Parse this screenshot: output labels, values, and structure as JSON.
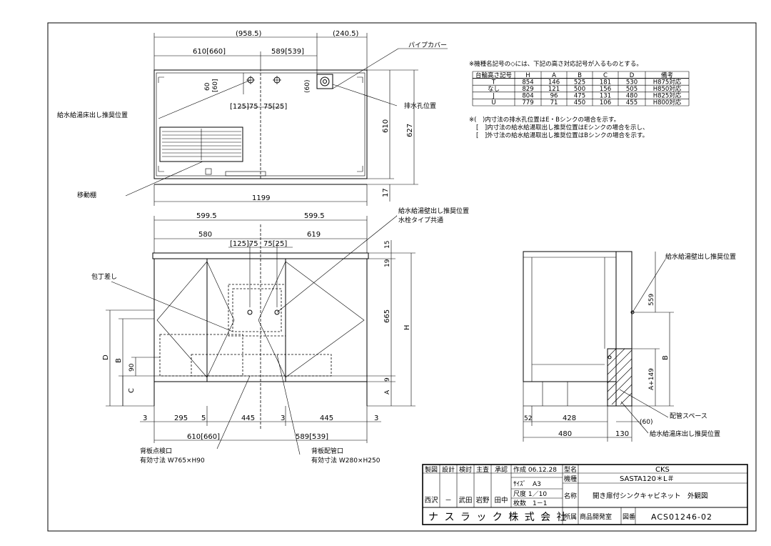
{
  "top_view": {
    "dims": [
      "(958.5)",
      "(240.5)",
      "610[660]",
      "589[539]",
      "60",
      "[60]",
      "(60)",
      "[125]75",
      "75[25]",
      "610",
      "627",
      "17",
      "1199"
    ],
    "labels": {
      "pipe_cover": "パイプカバー",
      "water_floor": "給水給湯床出し推奨位置",
      "drain": "排水孔位置",
      "shelf": "移動棚"
    }
  },
  "notes": {
    "intro": "※機種名記号の◇には、下記の高さ対応記号が入るものとする。",
    "legend1": "※(　)内寸法の排水孔位置はE・Bシンクの場合を示す。",
    "legend2": "[　]内寸法の給水給湯取出し推奨位置はEシンクの場合を示し、",
    "legend3": "[　]外寸法の給水給湯取出し推奨位置はBシンクの場合を示す。"
  },
  "height_table": {
    "headers": [
      "台輪高さ記号",
      "H",
      "A",
      "B",
      "C",
      "D",
      "備考"
    ],
    "rows": [
      [
        "T",
        "854",
        "146",
        "525",
        "181",
        "530",
        "H875対応"
      ],
      [
        "なし",
        "829",
        "121",
        "500",
        "156",
        "505",
        "H850対応"
      ],
      [
        "J",
        "804",
        "96",
        "475",
        "131",
        "480",
        "H825対応"
      ],
      [
        "U",
        "779",
        "71",
        "450",
        "106",
        "455",
        "H800対応"
      ]
    ]
  },
  "front_view": {
    "dims": [
      "599.5",
      "599.5",
      "580",
      "619",
      "[125]75",
      "75[25]",
      "15",
      "19",
      "665",
      "H",
      "9",
      "A",
      "D",
      "B",
      "90",
      "C",
      "3",
      "295",
      "5",
      "445",
      "3",
      "445",
      "3",
      "610[660]",
      "589[539]"
    ],
    "labels": {
      "knife": "包丁差し",
      "water_wall": "給水給湯壁出し推奨位置",
      "faucet": "水栓タイプ共通",
      "back_inspect": "背板点検口",
      "back_inspect_size": "有効寸法 W765×H90",
      "back_pipe": "背板配管口",
      "back_pipe_size": "有効寸法 W280×H250"
    }
  },
  "side_view": {
    "dims": [
      "559",
      "B",
      "A+149",
      "(60)",
      "52",
      "428",
      "480",
      "130"
    ],
    "labels": {
      "water_wall": "給水給湯壁出し推奨位置",
      "pipe_space": "配管スペース",
      "water_floor": "給水給湯床出し推奨位置"
    }
  },
  "title_block": {
    "roles": [
      "製図",
      "設計",
      "検討",
      "主査",
      "承認"
    ],
    "names": [
      "西沢",
      "－",
      "武田",
      "岩野",
      "田中"
    ],
    "created": "作成 06.12.28",
    "size": "ｻｲｽﾞ　A3",
    "scale": "尺度 1／10",
    "sheets": "枚数　1－1",
    "model_label": "型名",
    "model": "CKS",
    "type_label": "機種",
    "type": "SASTA120＊L＃",
    "name_label": "名称",
    "name": "開き扉付シンクキャビネット　外観図",
    "company": "ナ ス ラ ッ ク 株 式 会 社",
    "dept_label": "所属",
    "dept": "商品開発室",
    "drawing_label": "図番",
    "drawing_no": "ACS01246-02"
  }
}
